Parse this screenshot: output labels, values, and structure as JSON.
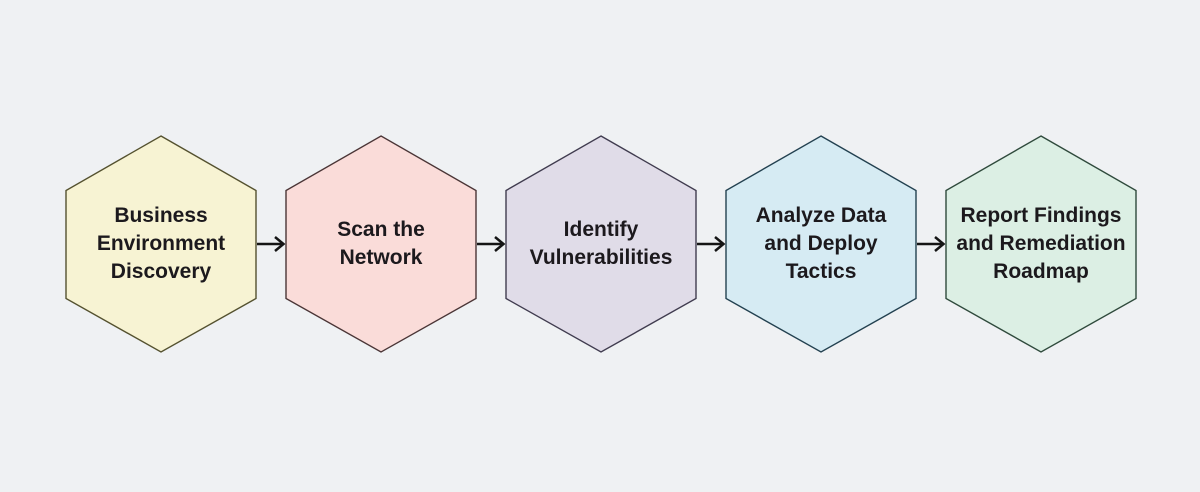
{
  "diagram": {
    "type": "process-flowchart",
    "background_color": "#eff1f3",
    "text_color": "#1c191d",
    "arrow_color": "#151515",
    "steps": [
      {
        "id": "business-environment-discovery",
        "lines": {
          "0": "Business",
          "1": "Environment",
          "2": "Discovery"
        },
        "label": "Business Environment Discovery",
        "fill": "#f7f3d3",
        "stroke": "#54512f"
      },
      {
        "id": "scan-the-network",
        "lines": {
          "0": "Scan the",
          "1": "Network"
        },
        "label": "Scan the Network",
        "fill": "#fadcd9",
        "stroke": "#4a3536"
      },
      {
        "id": "identify-vulnerabilities",
        "lines": {
          "0": "Identify",
          "1": "Vulnerabilities"
        },
        "label": "Identify Vulnerabilities",
        "fill": "#e0dce8",
        "stroke": "#403c4f"
      },
      {
        "id": "analyze-data-and-deploy-tactics",
        "lines": {
          "0": "Analyze Data",
          "1": "and Deploy",
          "2": "Tactics"
        },
        "label": "Analyze Data and Deploy Tactics",
        "fill": "#d6ebf3",
        "stroke": "#234150"
      },
      {
        "id": "report-findings-and-remediation-roadmap",
        "lines": {
          "0": "Report Findings",
          "1": "and Remediation",
          "2": "Roadmap"
        },
        "label": "Report Findings and Remediation Roadmap",
        "fill": "#dcefe4",
        "stroke": "#2f4a3c"
      }
    ]
  }
}
